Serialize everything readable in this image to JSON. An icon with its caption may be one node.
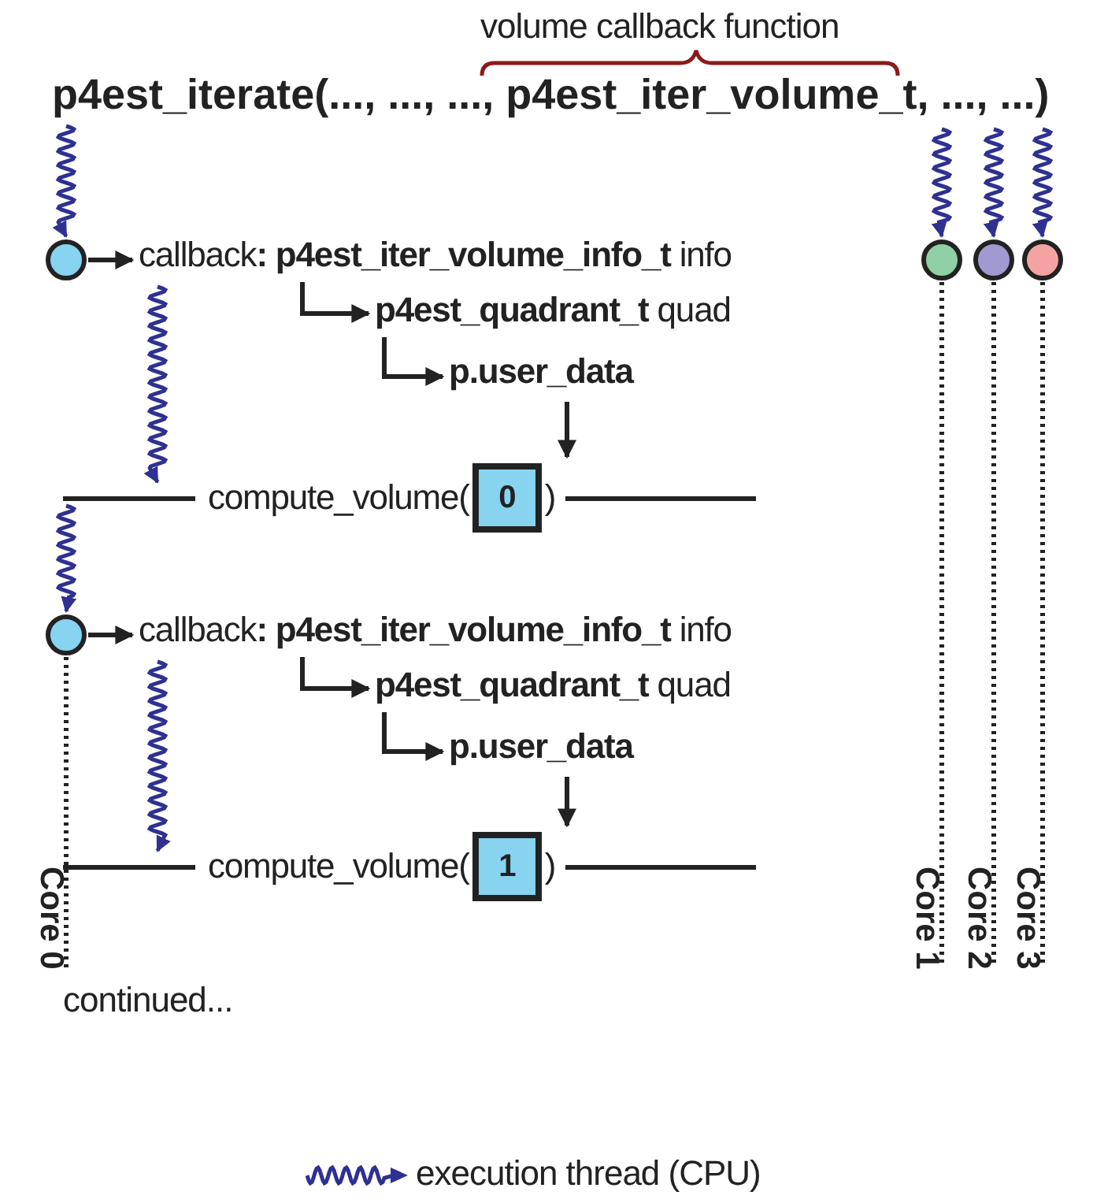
{
  "diagram": {
    "nodes": [
      {
        "text": [
          "p4est_iterate(..., ..., ..., p4est_iter_volume_t, ..., ...)"
        ]
      },
      {
        "text": [],
        "shape": "circle"
      },
      {
        "text": [
          "callback**: p4est_iter_volume_info_t** info"
        ]
      },
      {
        "text": [
          "**p4est_quadrant_t** quad"
        ]
      },
      {
        "text": [
          "p.user_data"
        ]
      },
      {
        "text": [
          "compute_volume(",
          ")"
        ]
      },
      {
        "text": [
          "0"
        ],
        "in": 5
      },
      {
        "text": [],
        "shape": "circle"
      },
      {
        "text": [
          "callback**: p4est_iter_volume_info_t** info"
        ]
      },
      {
        "text": [
          "**p4est_quadrant_t** quad"
        ]
      },
      {
        "text": [
          "p.user_data"
        ]
      },
      {
        "text": [
          "compute_volume(",
          ")"
        ]
      },
      {
        "text": [
          "1"
        ],
        "in": 11
      },
      {
        "text": [],
        "shape": "circle"
      },
      {
        "text": [],
        "shape": "circle"
      },
      {
        "text": [],
        "shape": "circle"
      },
      {
        "text": [
          "Core 0"
        ]
      },
      {
        "text": [
          "Core 1"
        ]
      },
      {
        "text": [
          "Core 2"
        ]
      },
      {
        "text": [
          "Core 3"
        ]
      }
    ],
    "edges": [
      {
        "from": 0,
        "to": 1,
        "arrow": "to",
        "color": "#2e3192"
      },
      {
        "from": 1,
        "to": 2,
        "arrow": "to"
      },
      {
        "from": 2,
        "to": 3,
        "arrow": "to"
      },
      {
        "from": 3,
        "to": 4,
        "arrow": "to"
      },
      {
        "from": 4,
        "to": 6,
        "arrow": "to"
      },
      {
        "from": 2,
        "to": 5,
        "arrow": "to",
        "color": "#2e3192"
      },
      {
        "from": 5,
        "to": 7,
        "arrow": "to",
        "color": "#2e3192"
      },
      {
        "from": 7,
        "to": 8,
        "arrow": "to"
      },
      {
        "from": 8,
        "to": 9,
        "arrow": "to"
      },
      {
        "from": 9,
        "to": 10,
        "arrow": "to"
      },
      {
        "from": 10,
        "to": 12,
        "arrow": "to"
      },
      {
        "from": 8,
        "to": 11,
        "arrow": "to",
        "color": "#2e3192"
      },
      {
        "from": 0,
        "to": 13,
        "arrow": "to",
        "color": "#2e3192"
      },
      {
        "from": 0,
        "to": 14,
        "arrow": "to",
        "color": "#2e3192"
      },
      {
        "from": 0,
        "to": 15,
        "arrow": "to",
        "color": "#2e3192"
      },
      {
        "from": 7,
        "to": 16,
        "arrow": "none",
        "style": "dashed"
      },
      {
        "from": 13,
        "to": 17,
        "arrow": "none",
        "style": "dashed"
      },
      {
        "from": 14,
        "to": 18,
        "arrow": "none",
        "style": "dashed"
      },
      {
        "from": 15,
        "to": 19,
        "arrow": "none",
        "style": "dashed"
      }
    ],
    "labels": [
      "volume callback function",
      "continued..."
    ],
    "legend": [
      {
        "text": "execution thread (CPU)"
      }
    ]
  }
}
